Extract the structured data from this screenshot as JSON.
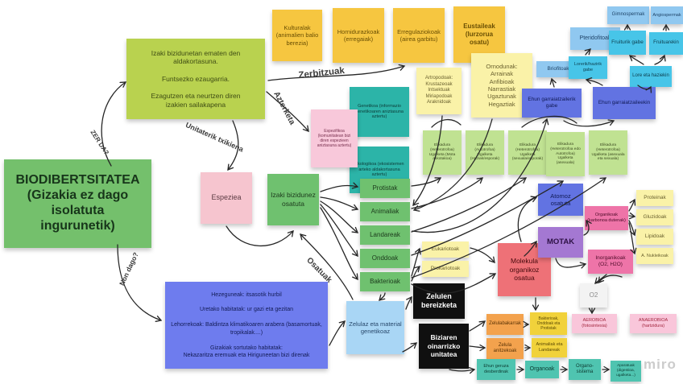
{
  "watermark": "miro",
  "labels": {
    "zer_da": "ZER DA?",
    "non_dago": "Non dago?",
    "zerbitzuak": "Zerbitzuak",
    "azterketa": "Azterketa",
    "unitaterik": "Unitaterik txikiena",
    "osatuak": "Osatuak"
  },
  "notes": {
    "main": "BIODIBERTSITATEA\n(Gizakia ez dago\nisolatuta\ningurunetik)",
    "definition": "Izaki bizidunetan ematen den\naldakortasuna.\n\nFuntsezko ezaugarria.\n\nEzagutzen eta neurtzen diren\nizakien sailakapena",
    "svc_kulturalak": "Kulturalak (animalien balio berezia)",
    "svc_hornidurazkoak": "Hornidurazkoak (erregaiak)",
    "svc_erregulaziokoak": "Erregulaziokoak (airea garbitu)",
    "svc_eustaileak": "Eustaileak (lurzorua osatu)",
    "genetikoa": "Genetikoa (informazio genetikoaren aniztasuna aztertu)",
    "ekologikoa": "Ekologikoa (ekosistemen arteko aldakortasuna aztertu)",
    "espezifikoa": "Espezifikoa (komunitatean bizi diren espezieen aniztasuna aztertu)",
    "espeziea": "Espeziea",
    "izaki_bizidunez": "Izaki bizidunez osatuta",
    "protistak": "Protistak",
    "animaliak": "Animaliak",
    "landareak": "Landareak",
    "onddoak": "Onddoak",
    "bakterioak": "Bakterioak",
    "elikadura_1": "Elikadura (Heterotrofoa) Ugalketa (Mota askotakoa)",
    "elikadura_2": "Elikadura (Autotrofoa) Ugalketa (Haziak/esporak)",
    "elikadura_3": "Elikadura (Heterotrofoa) Ugalketa (sexuala/esporak)",
    "elikadura_4": "Elikadura (Heterotrofoa edo Autotrofoa) Ugalketa (asexuala)",
    "elikadura_5": "Elikadura (Heterotrofoa) Ugalketa (asexuala eta sexuala)",
    "artropodoak": "Artropodoak:\nKrustazeoak\nIntsektuak\nMiriapodoak\nAraknidoak",
    "ornodunak": "Ornodunak:\nArrainak\nAnfibioak\nNarrastiak\nUgaztunak\nHegaztiak",
    "briofitoak": "Briofitoak",
    "lorerik_gabe": "Lorerik/hazirik gabe",
    "pteridofitoak": "Pteridofitoak",
    "lore_haziekin": "Lore eta haziekin",
    "fruiturik_gabe": "Fruiturik gabe",
    "fruituarekin": "Fruituarekin",
    "gimnospermak": "Gimnospermak",
    "angiospermak": "Angiospermak",
    "ehun_gabe": "Ehun garraiatzailerik gabe",
    "ehun_ekin": "Ehun garraiatzaileekin",
    "habitatak": "Hezeguneak: itsasotik hurbil\n\nUretako habitatak: ur gazi eta gezitan\n\nLehorrekoak: Baldintza klimatikoaren arabera (basamortuak, tropikalak....)\n\nGizakiak sortutako habitatak:\nNekazaritza eremuak eta Hiriguneetan bizi direnak",
    "zelulaz": "Zelulaz eta material genetikoaz",
    "zelulen_bereizketa": "Zelulen bereizketa",
    "biziaren_unitatea": "Biziaren oinarrizko unitatea",
    "eukariotoak": "Eukariotoak",
    "prokariotoak": "Prokariotoak",
    "molekula": "Molekula organikoz osatua",
    "atomoz": "Atomoz osatuta",
    "motak": "MOTAK",
    "organikoak": "Organikoak (karbonoa dutenak)",
    "proteinak": "Proteinak",
    "gluzidoak": "Gluzidoak",
    "lipidoak": "Lipidoak",
    "nukleikoak": "A. Nukleikoak",
    "inorganikoak": "Inorganikoak (O2, H2O)",
    "o2": "O2",
    "aerobioa": "AEROBIOA (fotosintesia)",
    "anaerobioa": "ANAEROBIOA (hartzidura)",
    "zelulabakarrak": "Zelulabakarrak",
    "zelula_anitzekoak": "Zelula anitzekoak",
    "bakterio_taldea": "Bakterioak, Onddoak eta Protistak",
    "animalia_landareak": "Animaliak eta Landareak",
    "ehun_geruza": "Ehun geruza desberdinak",
    "organoak": "Organoak",
    "organo_sistema": "Organo-sistema",
    "aparatuak": "Aparatuak (digestioa, ugalketa...)"
  },
  "palette": {
    "green_main": "#74c06c",
    "yellow_green": "#b9d24f",
    "yellow": "#f6c640",
    "teal": "#2cb4a8",
    "pink": "#f6c5cf",
    "green": "#6fc16f",
    "light_green": "#c0e292",
    "pale_yellow": "#faf2a8",
    "light_blue": "#90c8f0",
    "cyan": "#47c5e8",
    "indigo": "#6273e2",
    "blue": "#6e7cee",
    "black": "#101010",
    "salmon": "#ee7177",
    "purple": "#a478d2",
    "magenta_pink": "#ee74a8",
    "orange": "#f3a24d",
    "teal_bottom": "#4fc4b0",
    "connector": "#262626"
  }
}
